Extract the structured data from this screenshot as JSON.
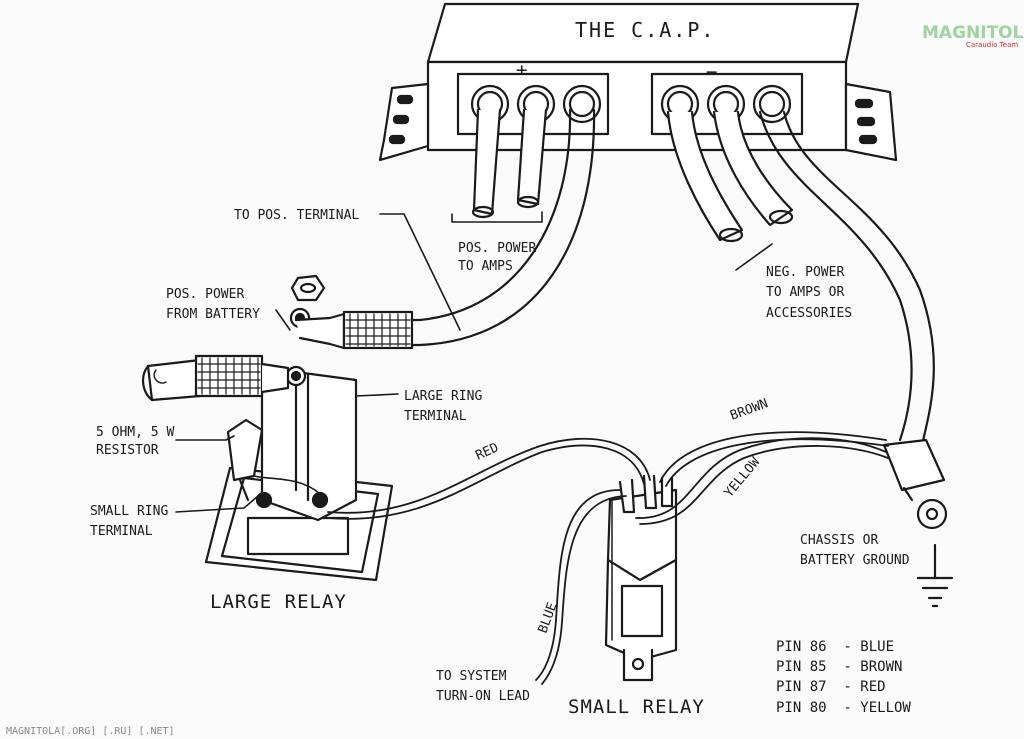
{
  "diagram": {
    "title": "THE C.A.P.",
    "plus_sign": "+",
    "minus_sign": "−",
    "labels": {
      "to_pos_terminal": "TO POS. TERMINAL",
      "pos_power_amps_1": "POS. POWER",
      "pos_power_amps_2": "TO AMPS",
      "neg_power_1": "NEG. POWER",
      "neg_power_2": "TO AMPS OR",
      "neg_power_3": "ACCESSORIES",
      "pos_power_battery_1": "POS. POWER",
      "pos_power_battery_2": "FROM BATTERY",
      "large_ring_1": "LARGE RING",
      "large_ring_2": "TERMINAL",
      "resistor_1": "5 OHM, 5 W",
      "resistor_2": "RESISTOR",
      "small_ring_1": "SMALL RING",
      "small_ring_2": "TERMINAL",
      "large_relay": "LARGE RELAY",
      "small_relay": "SMALL RELAY",
      "chassis_1": "CHASSIS OR",
      "chassis_2": "BATTERY GROUND",
      "turn_on_1": "TO SYSTEM",
      "turn_on_2": "TURN-ON LEAD",
      "wire_red": "RED",
      "wire_brown": "BROWN",
      "wire_yellow": "YELLOW",
      "wire_blue": "BLUE"
    },
    "pins": [
      "PIN 86  - BLUE",
      "PIN 85  - BROWN",
      "PIN 87  - RED",
      "PIN 80  - YELLOW"
    ]
  },
  "watermark": {
    "logo_text": "MAGNITOLA",
    "logo_sub": "Caraudio Team",
    "footer": "MAGNITOLA[.ORG] [.RU] [.NET]"
  },
  "colors": {
    "ink": "#1a1a1a",
    "paper": "#fbfbfb",
    "logo_green": "#9fd39f",
    "logo_red": "#dd2222"
  }
}
